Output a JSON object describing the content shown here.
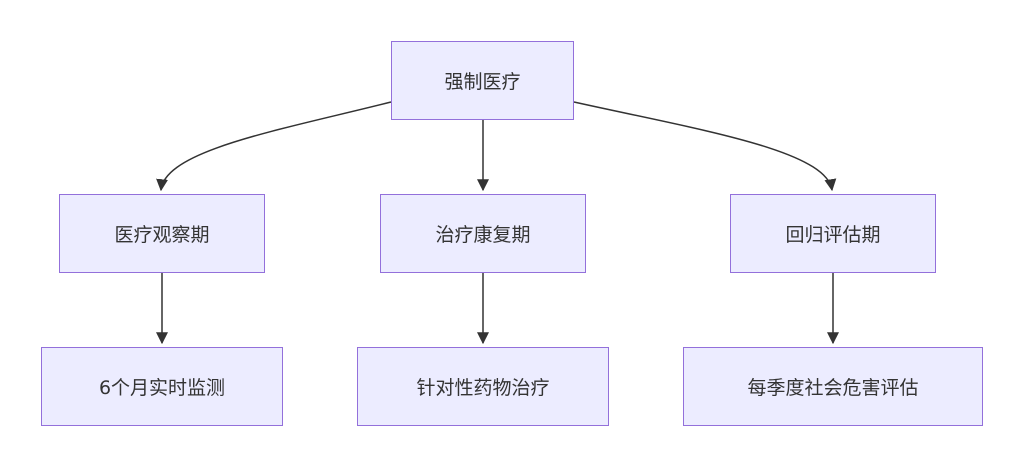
{
  "colors": {
    "node_fill": "#ECECFF",
    "node_border": "#9370DB",
    "edge": "#333333",
    "text": "#333333"
  },
  "diagram": {
    "root": {
      "label": "强制医疗"
    },
    "phases": [
      {
        "label": "医疗观察期",
        "detail": "6个月实时监测"
      },
      {
        "label": "治疗康复期",
        "detail": "针对性药物治疗"
      },
      {
        "label": "回归评估期",
        "detail": "每季度社会危害评估"
      }
    ]
  }
}
